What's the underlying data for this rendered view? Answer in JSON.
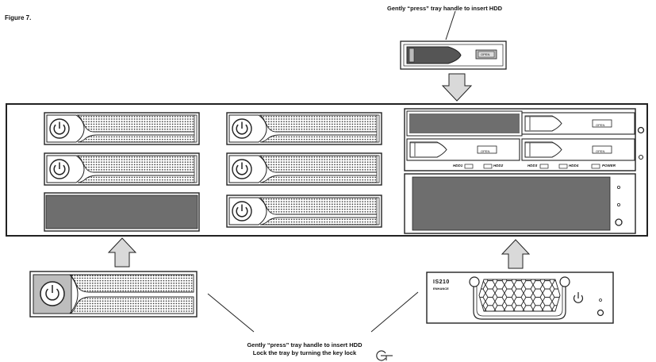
{
  "figure_label": "Figure 7.",
  "caption_top": "Gently “press” tray handle to insert HDD",
  "caption_bottom_line1": "Gently “press” tray handle to insert HDD",
  "caption_bottom_line2": "Lock the tray by turning the key lock",
  "small_tray": {
    "open_label": "OPEN"
  },
  "bay_labels": {
    "hdd1": "HDD1",
    "hdd2": "HDD2",
    "hdd3": "HDD3",
    "hdd4": "HDD4",
    "power": "POWER"
  },
  "module_brand": {
    "line1": "IS210",
    "line2": "ENHANCE"
  },
  "icons": [
    "power-button-icon",
    "key-lock-icon",
    "arrow-up-icon",
    "arrow-down-icon",
    "led-indicator-icon"
  ],
  "colors": {
    "outline": "#222222",
    "drive_fill": "#6e6e6e",
    "arrow_fill": "#d9d9d9",
    "background": "#ffffff"
  }
}
